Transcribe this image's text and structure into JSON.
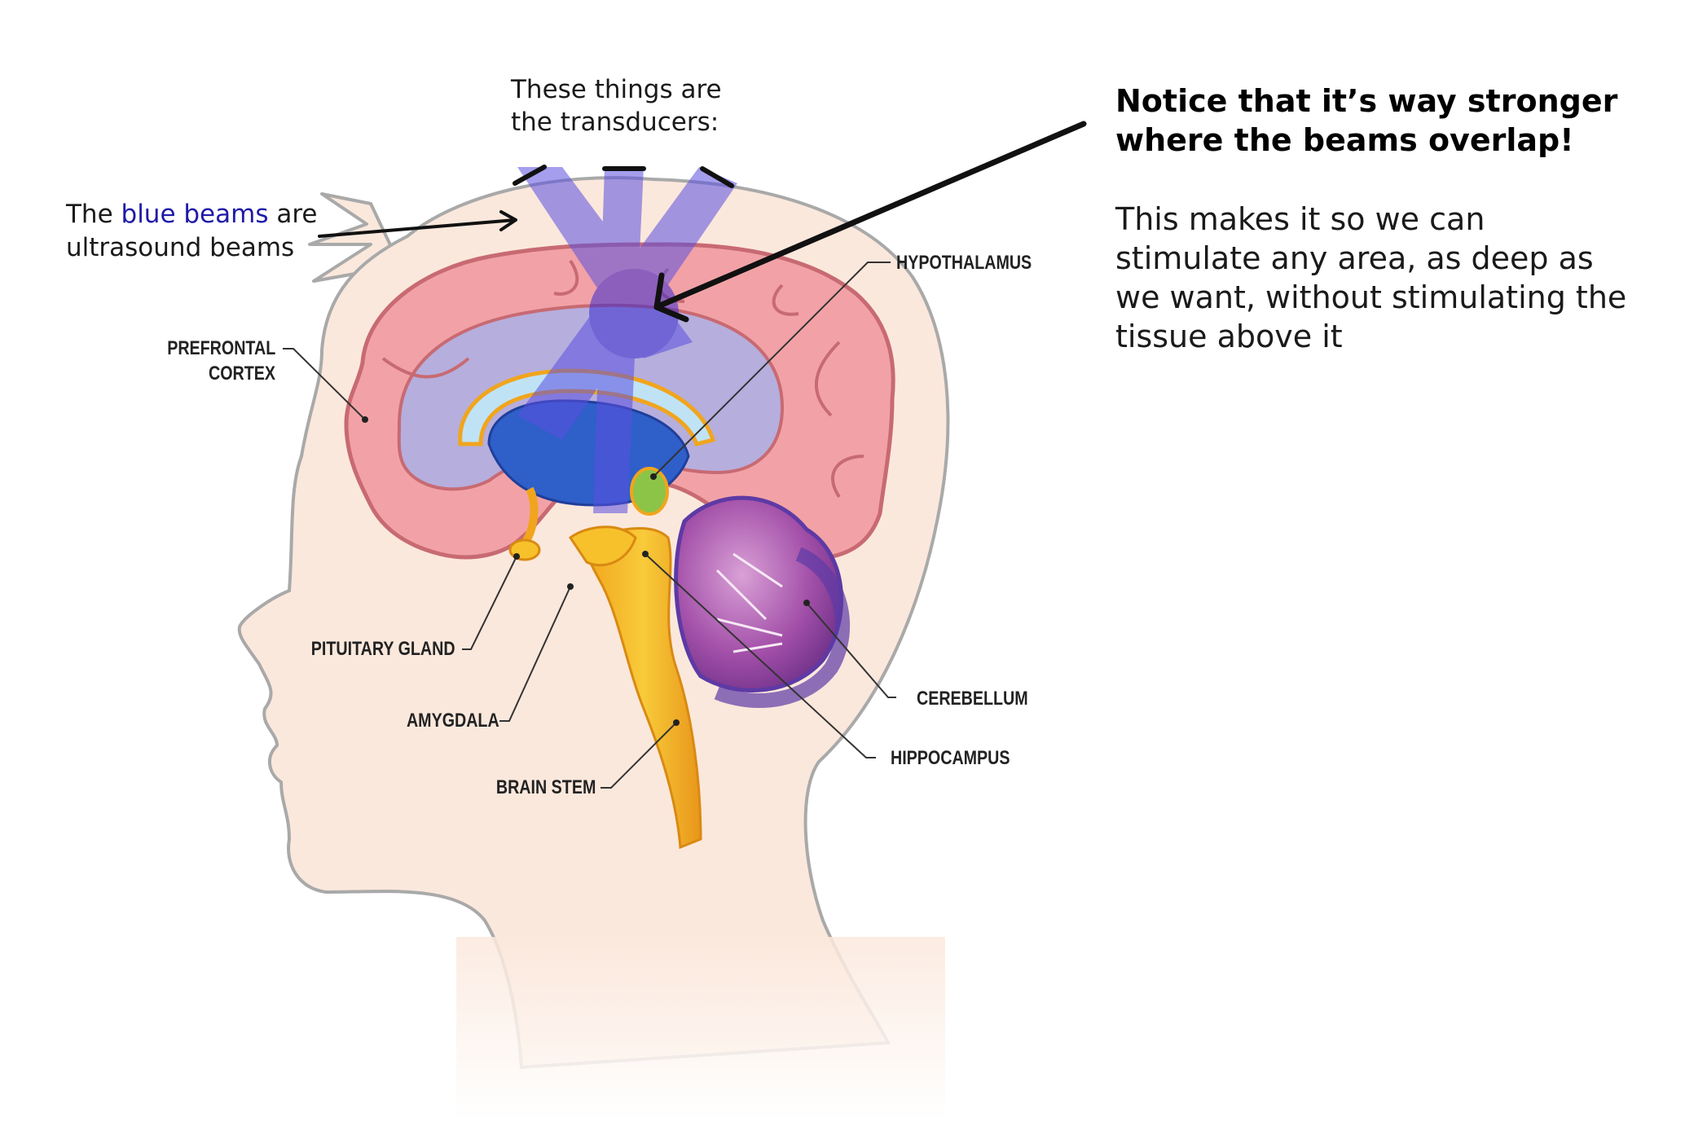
{
  "annotations": {
    "transducers_line1": "These things are",
    "transducers_line2": "the transducers:",
    "beams_prefix": "The ",
    "beams_highlight": "blue beams",
    "beams_suffix": " are",
    "beams_line2": "ultrasound beams"
  },
  "side_note": {
    "heading_line1": "Notice that it’s way stronger",
    "heading_line2": "where the beams overlap!",
    "body_line1": "This makes it so we can",
    "body_line2": "stimulate any area, as deep as",
    "body_line3": "we want, without stimulating the",
    "body_line4": "tissue above it"
  },
  "labels": {
    "hypothalamus": "HYPOTHALAMUS",
    "prefrontal_line1": "PREFRONTAL",
    "prefrontal_line2": "CORTEX",
    "pituitary": "PITUITARY GLAND",
    "amygdala": "AMYGDALA",
    "brain_stem": "BRAIN STEM",
    "cerebellum": "CEREBELLUM",
    "hippocampus": "HIPPOCAMPUS"
  },
  "colors": {
    "skin": "#fbe8dc",
    "head_outline": "#a9a9a9",
    "cortex": "#f2a2a6",
    "cortex_outline": "#c86a72",
    "white_matter": "#b6aedd",
    "ventricle": "#2f5fc9",
    "ventricle_light": "#bfe3f5",
    "brainstem": "#f7c12c",
    "cerebellum": "#a24fa8",
    "cerebellum_dark": "#5d3aa5",
    "hypothalamus_green": "#8cc447",
    "beam": "#5b4fe0"
  },
  "icons": [
    "transducer-icon",
    "arrow-icon"
  ]
}
